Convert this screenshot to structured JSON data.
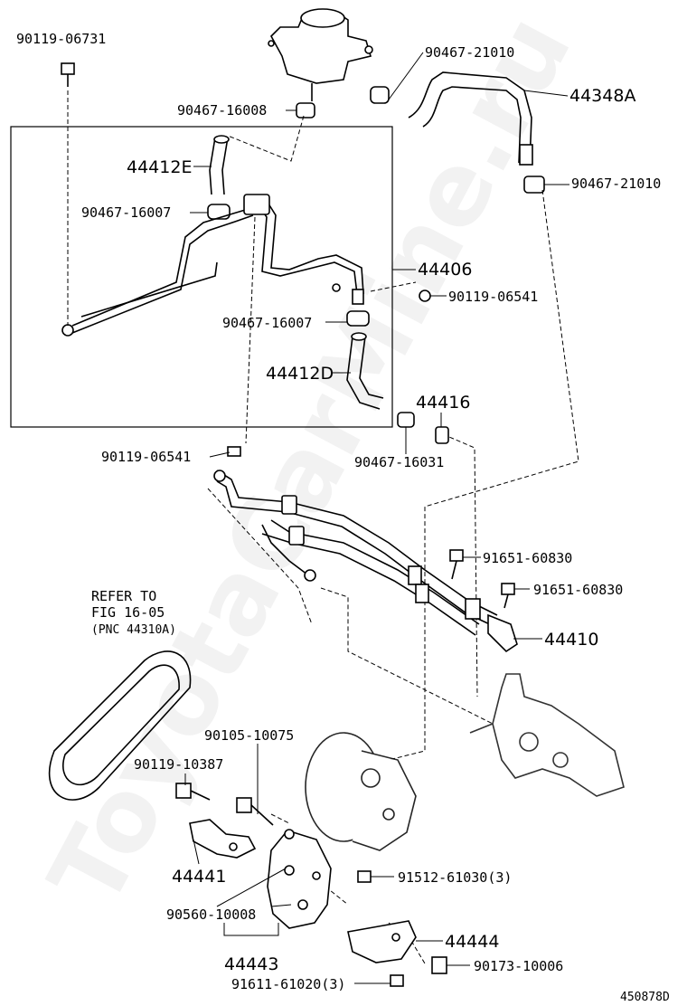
{
  "watermark": "ToyotaCarMine.ru",
  "figure_id": "450878D",
  "labels": {
    "p90119_06731": "90119-06731",
    "p90467_21010_a": "90467-21010",
    "p44348A": "44348A",
    "p90467_16008": "90467-16008",
    "p44412E": "44412E",
    "p90467_21010_b": "90467-21010",
    "p90467_16007_a": "90467-16007",
    "p44406": "44406",
    "p90119_06541_a": "90119-06541",
    "p90467_16007_b": "90467-16007",
    "p44412D": "44412D",
    "p44416": "44416",
    "p90119_06541_b": "90119-06541",
    "p90467_16031": "90467-16031",
    "p91651_60830_a": "91651-60830",
    "p91651_60830_b": "91651-60830",
    "p44410": "44410",
    "refer_line1": "REFER TO",
    "refer_line2": "FIG 16-05",
    "refer_line3": "(PNC 44310A)",
    "p90105_10075": "90105-10075",
    "p90119_10387": "90119-10387",
    "p44441": "44441",
    "p91512_61030": "91512-61030(3)",
    "p90560_10008": "90560-10008",
    "p44444": "44444",
    "p44443": "44443",
    "p90173_10006": "90173-10006",
    "p91611_61020": "91611-61020(3)"
  }
}
